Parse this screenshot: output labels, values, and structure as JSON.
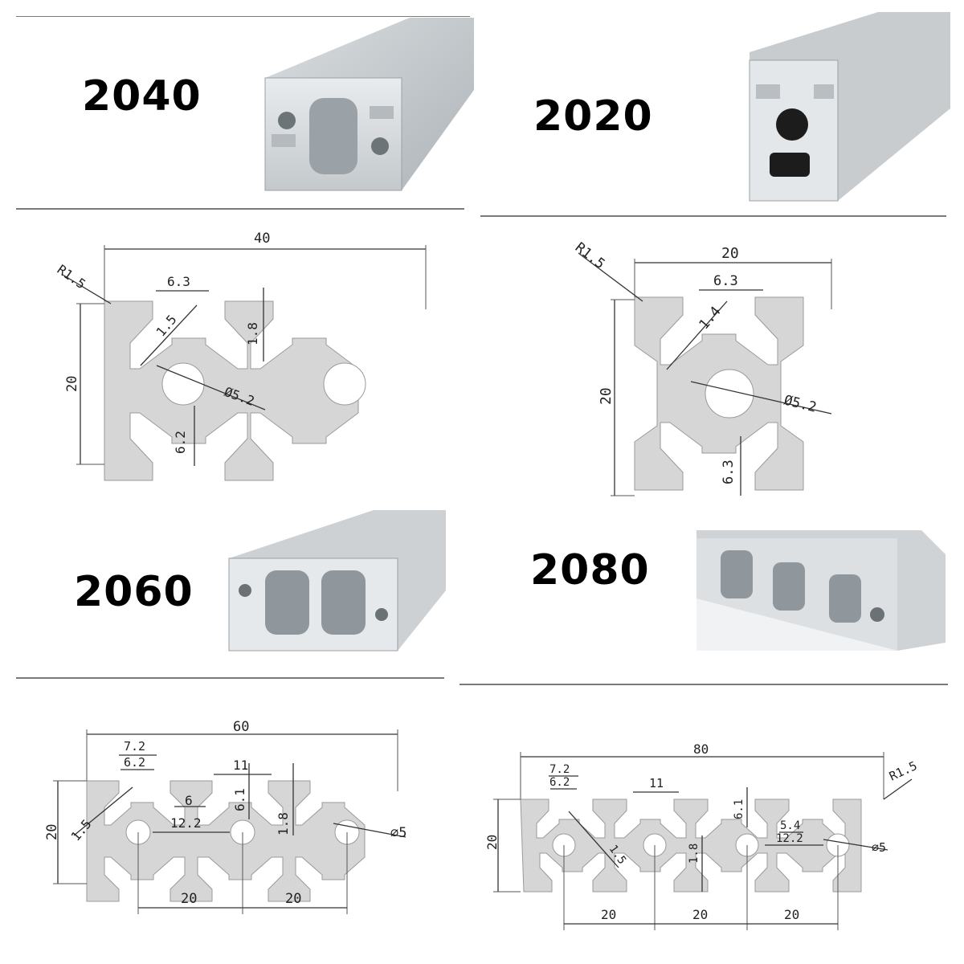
{
  "panels": {
    "p2040": {
      "label": "2040"
    },
    "p2020": {
      "label": "2020"
    },
    "p2060": {
      "label": "2060"
    },
    "p2080": {
      "label": "2080"
    }
  },
  "d2040": {
    "width": "40",
    "height": "20",
    "radius": "R1.5",
    "slot": "6.3",
    "wall": "1.5",
    "depth": "1.8",
    "hole": "Ø5.2",
    "lower": "6.2"
  },
  "d2020": {
    "width": "20",
    "height": "20",
    "radius": "R1.5",
    "slot": "6.3",
    "wall": "1.4",
    "hole": "Ø5.2",
    "lower": "6.3"
  },
  "d2060": {
    "width": "60",
    "height": "20",
    "slot_outer": "7.2",
    "slot_inner": "6.2",
    "top_slot": "11",
    "neck": "6",
    "depth_a": "6.1",
    "depth_b": "1.8",
    "wall": "1.5",
    "gap": "12.2",
    "hole": "⌀5",
    "pitch1": "20",
    "pitch2": "20"
  },
  "d2080": {
    "width": "80",
    "height": "20",
    "slot_outer": "7.2",
    "slot_inner": "6.2",
    "top_slot": "11",
    "radius": "R1.5",
    "depth_a": "6.1",
    "neck": "5.4",
    "gap": "12.2",
    "hole": "⌀5",
    "wall": "1.5",
    "depth_b": "1.8",
    "pitch1": "20",
    "pitch2": "20",
    "pitch3": "20"
  }
}
